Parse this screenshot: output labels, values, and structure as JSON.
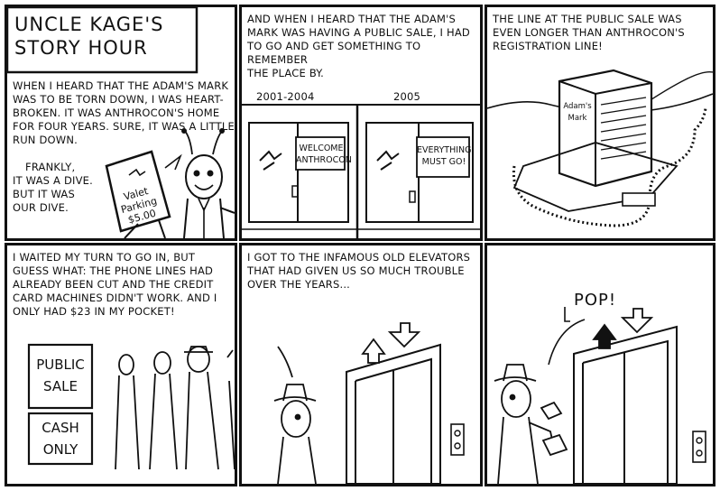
{
  "panels": [
    {
      "title": "UNCLE KAGE'S STORY HOUR",
      "caption_lines": [
        "WHEN I HEARD THAT THE ADAM'S MARK",
        "WAS TO BE TORN DOWN, I WAS HEART-",
        "BROKEN. IT WAS ANTHROCON'S HOME",
        "FOR FOUR YEARS. SURE, IT WAS A LITTLE",
        "RUN DOWN."
      ],
      "bubble_lines": [
        "FRANKLY,",
        "IT WAS A DIVE.",
        "BUT IT WAS",
        "OUR DIVE."
      ],
      "sign_lines": [
        "Valet",
        "Parking",
        "$5.00"
      ]
    },
    {
      "caption_lines": [
        "AND WHEN I HEARD THAT THE ADAM'S",
        "MARK WAS HAVING A PUBLIC SALE, I HAD",
        "TO GO AND GET SOMETHING TO REMEMBER",
        "THE PLACE BY."
      ],
      "year_left": "2001-2004",
      "year_right": "2005",
      "door_sign_left": [
        "WELCOME",
        "ANTHROCON"
      ],
      "door_sign_right": [
        "EVERYTHING",
        "MUST GO!"
      ]
    },
    {
      "caption_lines": [
        "THE LINE AT THE PUBLIC SALE WAS",
        "EVEN LONGER THAN ANTHROCON'S",
        "REGISTRATION LINE!"
      ],
      "building_sign": [
        "Adam's",
        "Mark"
      ]
    },
    {
      "caption_lines": [
        "I WAITED MY TURN TO GO IN, BUT",
        "GUESS WHAT: THE PHONE LINES HAD",
        "ALREADY BEEN CUT AND THE CREDIT",
        "CARD MACHINES DIDN'T WORK. AND I",
        "ONLY HAD $23 IN MY POCKET!"
      ],
      "sign1": [
        "PUBLIC",
        "SALE"
      ],
      "sign2": [
        "CASH",
        "ONLY"
      ]
    },
    {
      "caption_lines": [
        "I GOT TO THE INFAMOUS OLD ELEVATORS",
        "THAT HAD GIVEN US SO MUCH TROUBLE",
        "OVER THE YEARS..."
      ]
    },
    {
      "sound_effect": "POP!"
    }
  ]
}
